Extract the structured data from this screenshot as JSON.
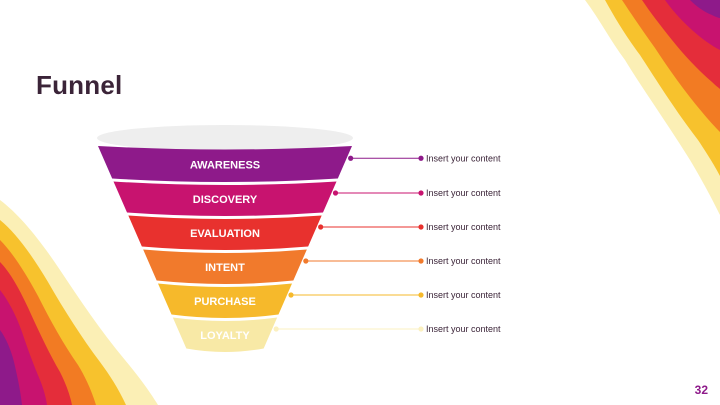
{
  "slide": {
    "title": "Funnel",
    "page_number": "32"
  },
  "funnel": {
    "stages": [
      {
        "label": "AWARENESS",
        "color": "#8e1a8a",
        "callout": "Insert your content"
      },
      {
        "label": "DISCOVERY",
        "color": "#c8136f",
        "callout": "Insert your content"
      },
      {
        "label": "EVALUATION",
        "color": "#e8312e",
        "callout": "Insert your content"
      },
      {
        "label": "INTENT",
        "color": "#f17a2c",
        "callout": "Insert your content"
      },
      {
        "label": "PURCHASE",
        "color": "#f6b92b",
        "callout": "Insert your content"
      },
      {
        "label": "LOYALTY",
        "color": "#f8e9a6",
        "callout": "Insert your content"
      }
    ]
  },
  "decor": {
    "wave_colors": [
      "#fbe9a0",
      "#f7c22d",
      "#f27b23",
      "#e42d3a",
      "#c8136f",
      "#8e1a8a"
    ]
  }
}
